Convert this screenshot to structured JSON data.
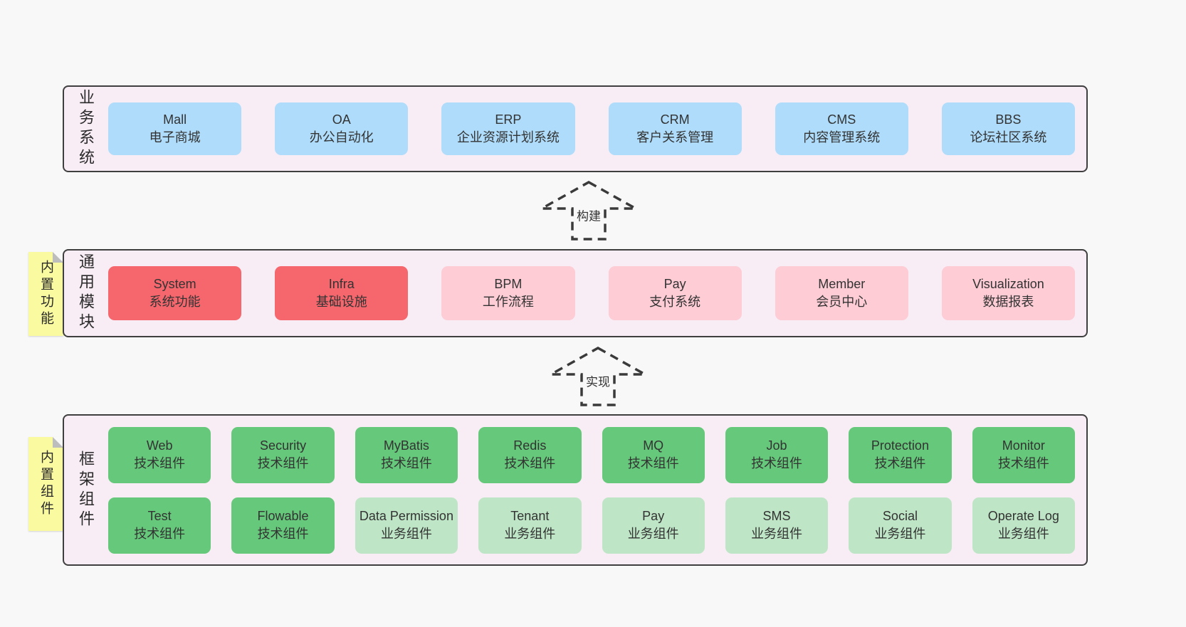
{
  "colors": {
    "page_bg": "#f8f8f8",
    "band_bg": "#f8edf5",
    "band_border": "#3f3f3f",
    "text": "#333333",
    "blue": "#aedcfa",
    "red": "#f5676d",
    "pink": "#fdccd5",
    "green_dark": "#65c87a",
    "green_light": "#bee5c5",
    "sticky_yellow": "#fafaa0",
    "sticky_fold": "#bdbdbd",
    "arrow_stroke": "#3a3a3a"
  },
  "bands": [
    {
      "id": "business-systems",
      "label": "业务系统",
      "sticky": "",
      "rows": [
        [
          {
            "name": "Mall",
            "desc": "电子商城",
            "variant": "blue"
          },
          {
            "name": "OA",
            "desc": "办公自动化",
            "variant": "blue"
          },
          {
            "name": "ERP",
            "desc": "企业资源计划系统",
            "variant": "blue"
          },
          {
            "name": "CRM",
            "desc": "客户关系管理",
            "variant": "blue"
          },
          {
            "name": "CMS",
            "desc": "内容管理系统",
            "variant": "blue"
          },
          {
            "name": "BBS",
            "desc": "论坛社区系统",
            "variant": "blue"
          }
        ]
      ]
    },
    {
      "id": "common-modules",
      "label": "通用模块",
      "sticky": "内置功能",
      "rows": [
        [
          {
            "name": "System",
            "desc": "系统功能",
            "variant": "red"
          },
          {
            "name": "Infra",
            "desc": "基础设施",
            "variant": "red"
          },
          {
            "name": "BPM",
            "desc": "工作流程",
            "variant": "pink"
          },
          {
            "name": "Pay",
            "desc": "支付系统",
            "variant": "pink"
          },
          {
            "name": "Member",
            "desc": "会员中心",
            "variant": "pink"
          },
          {
            "name": "Visualization",
            "desc": "数据报表",
            "variant": "pink"
          }
        ]
      ]
    },
    {
      "id": "framework-components",
      "label": "框架组件",
      "sticky": "内置组件",
      "rows": [
        [
          {
            "name": "Web",
            "desc": "技术组件",
            "variant": "green"
          },
          {
            "name": "Security",
            "desc": "技术组件",
            "variant": "green"
          },
          {
            "name": "MyBatis",
            "desc": "技术组件",
            "variant": "green"
          },
          {
            "name": "Redis",
            "desc": "技术组件",
            "variant": "green"
          },
          {
            "name": "MQ",
            "desc": "技术组件",
            "variant": "green"
          },
          {
            "name": "Job",
            "desc": "技术组件",
            "variant": "green"
          },
          {
            "name": "Protection",
            "desc": "技术组件",
            "variant": "green"
          },
          {
            "name": "Monitor",
            "desc": "技术组件",
            "variant": "green"
          }
        ],
        [
          {
            "name": "Test",
            "desc": "技术组件",
            "variant": "green"
          },
          {
            "name": "Flowable",
            "desc": "技术组件",
            "variant": "green"
          },
          {
            "name": "Data Permission",
            "desc": "业务组件",
            "variant": "green-light"
          },
          {
            "name": "Tenant",
            "desc": "业务组件",
            "variant": "green-light"
          },
          {
            "name": "Pay",
            "desc": "业务组件",
            "variant": "green-light"
          },
          {
            "name": "SMS",
            "desc": "业务组件",
            "variant": "green-light"
          },
          {
            "name": "Social",
            "desc": "业务组件",
            "variant": "green-light"
          },
          {
            "name": "Operate Log",
            "desc": "业务组件",
            "variant": "green-light"
          }
        ]
      ]
    }
  ],
  "arrows": [
    {
      "id": "build",
      "label": "构建"
    },
    {
      "id": "implement",
      "label": "实现"
    }
  ]
}
